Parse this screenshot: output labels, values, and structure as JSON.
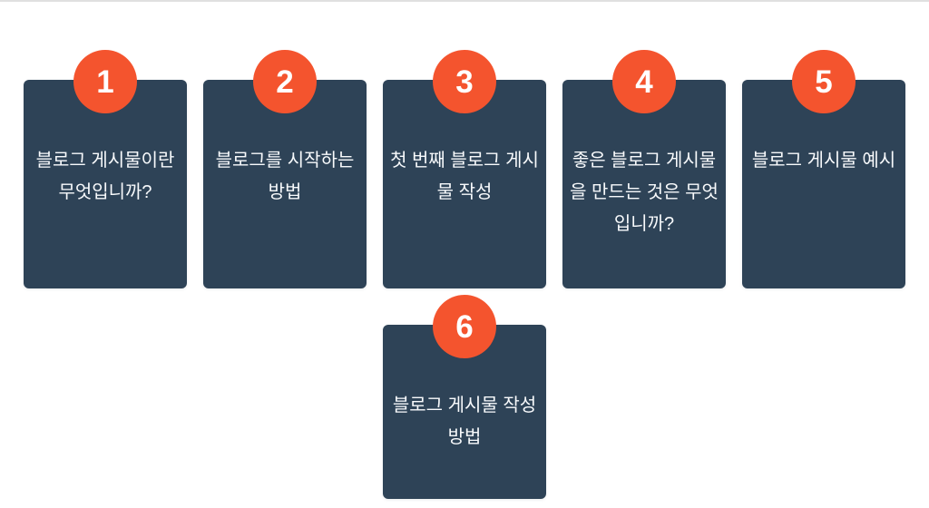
{
  "colors": {
    "page_bg": "#ffffff",
    "top_line": "#e0e0e0",
    "card_bg": "#2e4357",
    "badge_bg": "#f4542e",
    "badge_text": "#ffffff",
    "card_text": "#f8fafc"
  },
  "cards": [
    {
      "number": "1",
      "title": "블로그 게시물이란 무엇입니까?"
    },
    {
      "number": "2",
      "title": "블로그를 시작하는 방법"
    },
    {
      "number": "3",
      "title": "첫 번째 블로그 게시물 작성"
    },
    {
      "number": "4",
      "title": "좋은 블로그 게시물을 만드는 것은 무엇입니까?"
    },
    {
      "number": "5",
      "title": "블로그 게시물 예시"
    },
    {
      "number": "6",
      "title": "블로그 게시물 작성 방법"
    }
  ]
}
